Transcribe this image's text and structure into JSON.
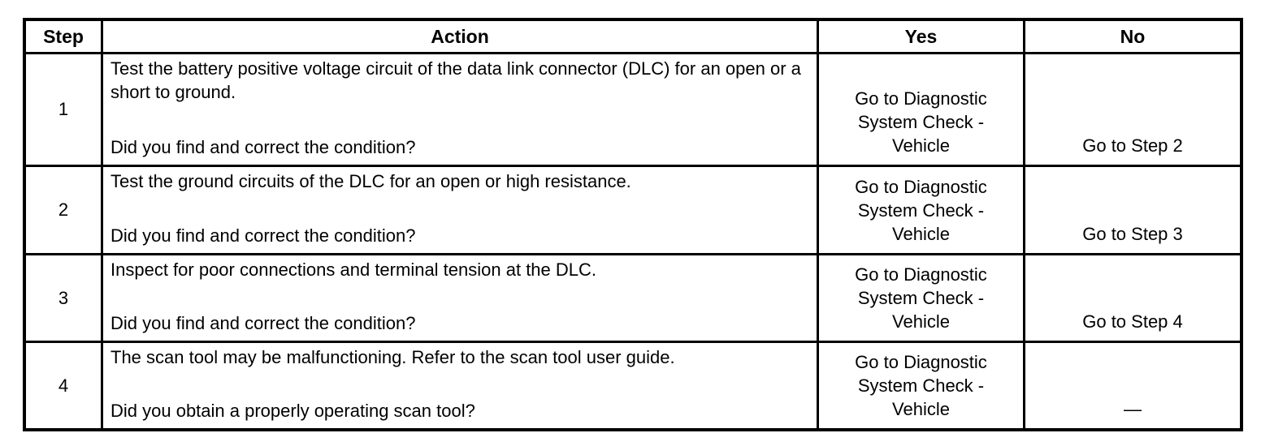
{
  "table": {
    "headers": {
      "step": "Step",
      "action": "Action",
      "yes": "Yes",
      "no": "No"
    },
    "rows": [
      {
        "step": "1",
        "action": "Test the battery positive voltage circuit of the data link connector (DLC) for an open or a short to ground.",
        "question": "Did you find and correct the condition?",
        "yes": "Go to Diagnostic System Check - Vehicle",
        "no": "Go to Step 2"
      },
      {
        "step": "2",
        "action": "Test the ground circuits of the DLC for an open or high resistance.",
        "question": "Did you find and correct the condition?",
        "yes": "Go to Diagnostic System Check - Vehicle",
        "no": "Go to Step 3"
      },
      {
        "step": "3",
        "action": "Inspect for poor connections and terminal tension at the DLC.",
        "question": "Did you find and correct the condition?",
        "yes": "Go to Diagnostic System Check - Vehicle",
        "no": "Go to Step 4"
      },
      {
        "step": "4",
        "action": "The scan tool may be malfunctioning. Refer to the scan tool user guide.",
        "question": "Did you obtain a properly operating scan tool?",
        "yes": "Go to Diagnostic System Check - Vehicle",
        "no": "—"
      }
    ]
  }
}
